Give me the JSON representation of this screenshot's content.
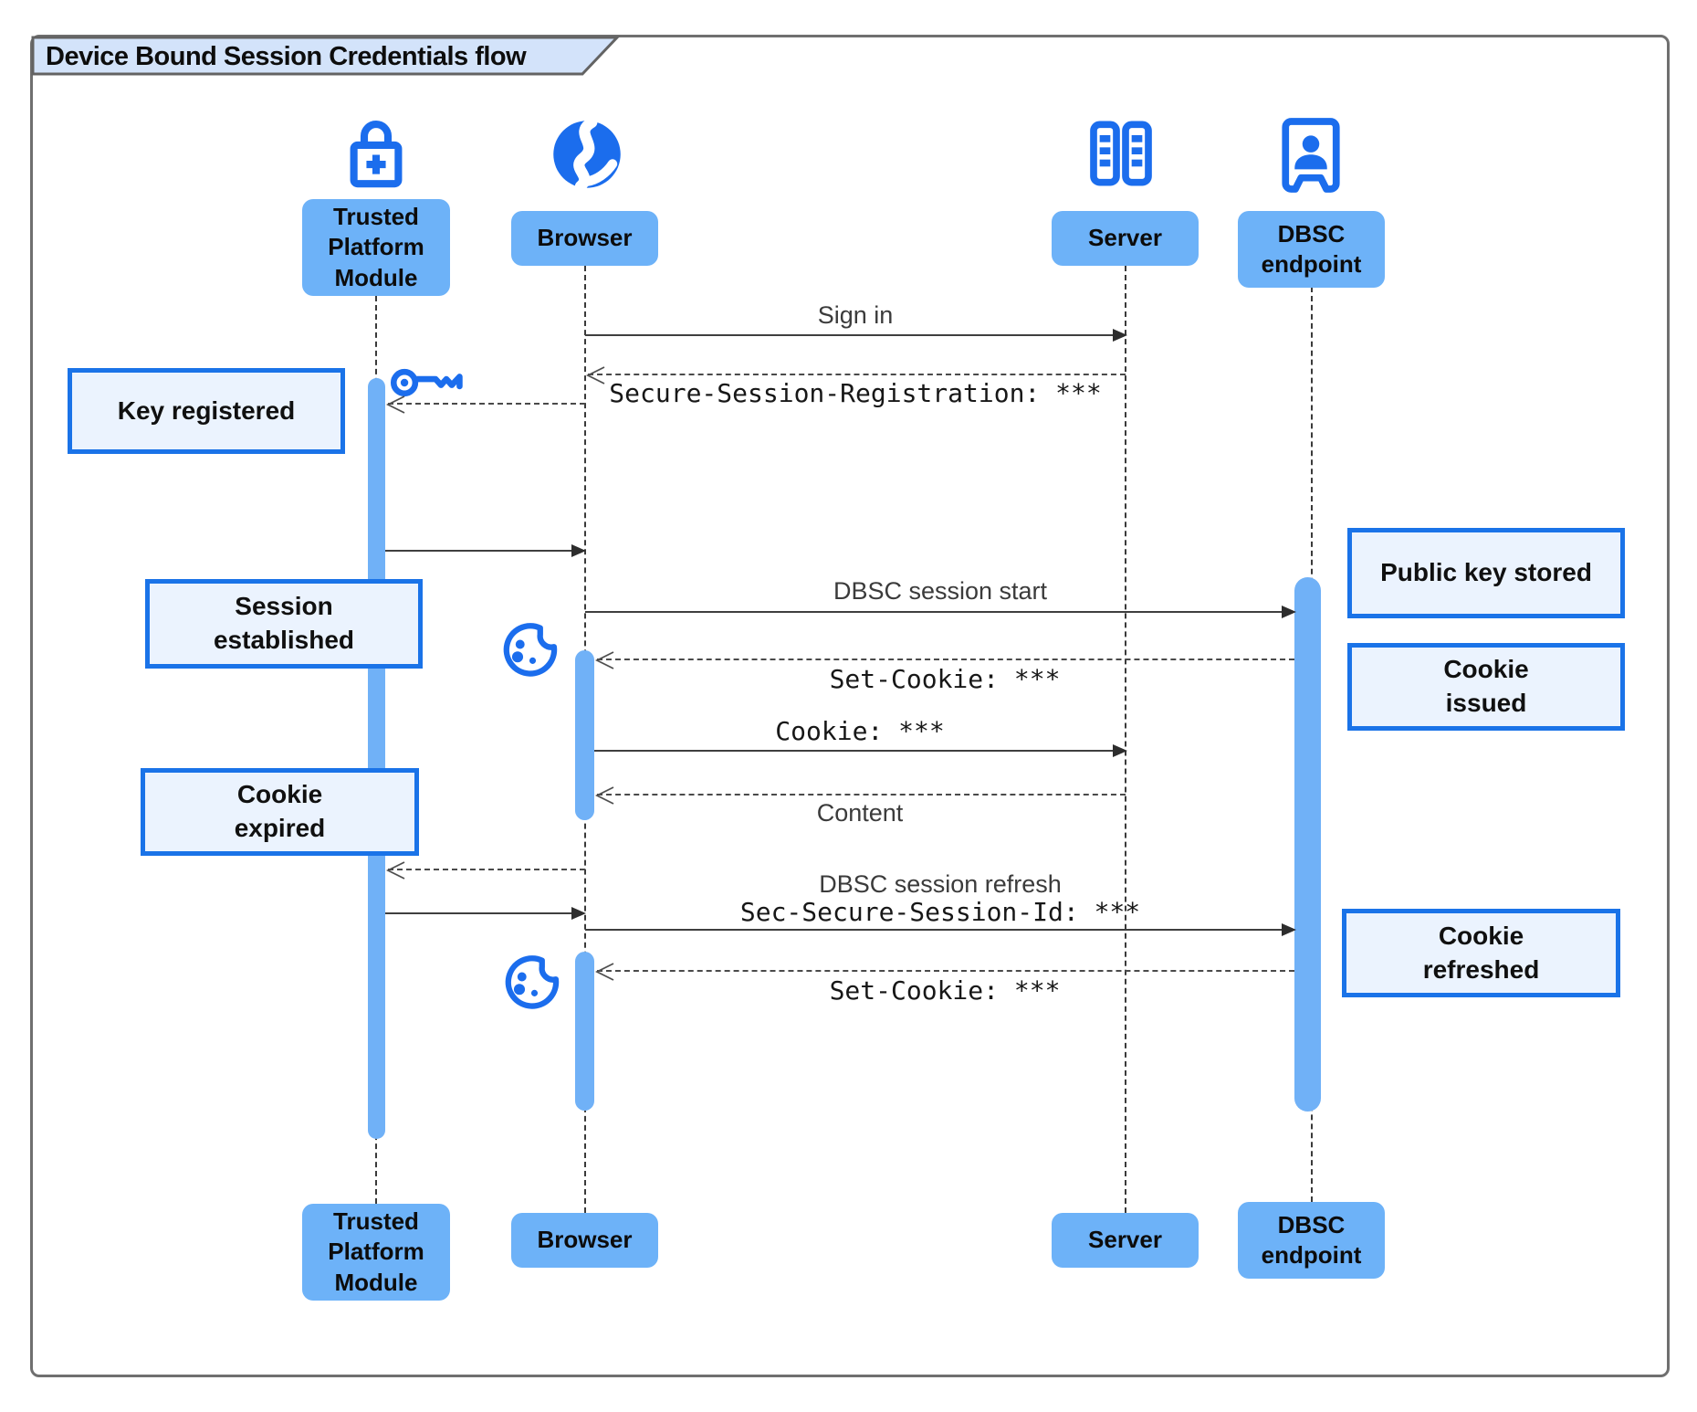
{
  "title": "Device Bound Session Credentials flow",
  "actors": {
    "tpm": {
      "label": "Trusted Platform Module",
      "icon": "lock-plus-icon"
    },
    "browser": {
      "label": "Browser",
      "icon": "globe-icon"
    },
    "server": {
      "label": "Server",
      "icon": "server-racks-icon"
    },
    "dbsc": {
      "label": "DBSC endpoint",
      "icon": "door-person-icon"
    }
  },
  "messages": {
    "sign_in": {
      "label": "Sign in",
      "from": "browser",
      "to": "server",
      "style": "solid"
    },
    "session_registration": {
      "label": "Secure-Session-Registration: ***",
      "from": "server",
      "to": "browser",
      "style": "dashed"
    },
    "register_key": {
      "label": "",
      "from": "browser",
      "to": "tpm",
      "style": "dashed"
    },
    "key_ready": {
      "label": "",
      "from": "tpm",
      "to": "browser",
      "style": "solid"
    },
    "dbsc_session_start": {
      "label": "DBSC session start",
      "from": "browser",
      "to": "dbsc",
      "style": "solid"
    },
    "set_cookie": {
      "label": "Set-Cookie: ***",
      "from": "dbsc",
      "to": "browser",
      "style": "dashed"
    },
    "cookie": {
      "label": "Cookie: ***",
      "from": "browser",
      "to": "server",
      "style": "solid"
    },
    "content": {
      "label": "Content",
      "from": "server",
      "to": "browser",
      "style": "dashed"
    },
    "refresh_key_request": {
      "label": "",
      "from": "browser",
      "to": "tpm",
      "style": "dashed"
    },
    "refresh_key_ready": {
      "label": "",
      "from": "tpm",
      "to": "browser",
      "style": "solid"
    },
    "dbsc_session_refresh": {
      "label": "DBSC session refresh",
      "from": "browser",
      "to": "dbsc",
      "style": "solid"
    },
    "sec_secure_session_id": {
      "label": "Sec-Secure-Session-Id: ***",
      "from": "browser",
      "to": "dbsc",
      "style": "solid"
    },
    "set_cookie_2": {
      "label": "Set-Cookie: ***",
      "from": "dbsc",
      "to": "browser",
      "style": "dashed"
    }
  },
  "notes": {
    "key_registered": "Key registered",
    "session_established": "Session established",
    "cookie_expired": "Cookie expired",
    "public_key_stored": "Public key stored",
    "cookie_issued": "Cookie issued",
    "cookie_refreshed": "Cookie refreshed"
  },
  "colors": {
    "icon_blue": "#1b6ded",
    "actor_box_fill": "#6db2f8",
    "activation_fill": "#70b1f7",
    "note_fill": "#ebf3fe",
    "note_border": "#1a73e8",
    "title_fill": "#d3e3fa",
    "frame_border": "#6f6f6f",
    "arrow": "#3f3f3f"
  }
}
